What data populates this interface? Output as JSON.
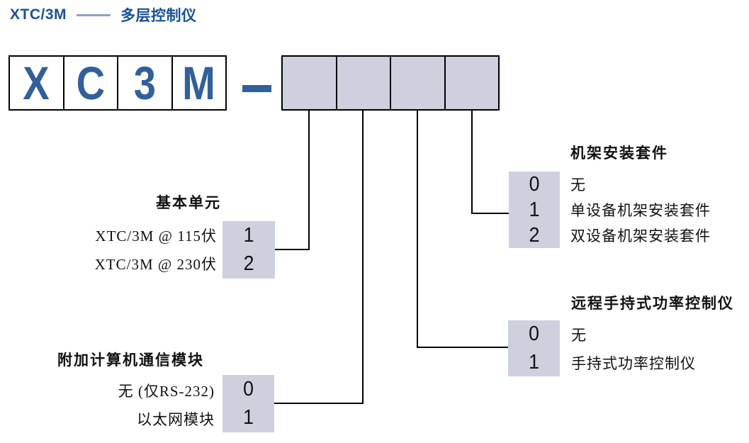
{
  "title": {
    "model": "XTC/3M",
    "separator": "——",
    "name": "多层控制仪"
  },
  "code_builder": {
    "prefix_cells": [
      "X",
      "C",
      "3",
      "M"
    ],
    "dash": "–",
    "blank_cell_count": 4
  },
  "sections": [
    {
      "id": "basic-unit",
      "heading": "基本单元",
      "side": "left",
      "options": [
        {
          "label": "XTC/3M @ 115伏",
          "code": "1"
        },
        {
          "label": "XTC/3M @ 230伏",
          "code": "2"
        }
      ]
    },
    {
      "id": "comm-module",
      "heading": "附加计算机通信模块",
      "side": "left",
      "options": [
        {
          "label": "无 (仅RS-232)",
          "code": "0"
        },
        {
          "label": "以太网模块",
          "code": "1"
        }
      ]
    },
    {
      "id": "remote-handheld",
      "heading": "远程手持式功率控制仪",
      "side": "right",
      "options": [
        {
          "label": "无",
          "code": "0"
        },
        {
          "label": "手持式功率控制仪",
          "code": "1"
        }
      ]
    },
    {
      "id": "rack-mount",
      "heading": "机架安装套件",
      "side": "right",
      "options": [
        {
          "label": "无",
          "code": "0"
        },
        {
          "label": "单设备机架安装套件",
          "code": "1"
        },
        {
          "label": "双设备机架安装套件",
          "code": "2"
        }
      ]
    }
  ],
  "colors": {
    "title_blue": "#1a5296",
    "letter_blue": "#31609b",
    "box_fill_gray": "#cdd1de",
    "line_black": "#000000",
    "title_dash_gray": "#8ea4bf"
  }
}
